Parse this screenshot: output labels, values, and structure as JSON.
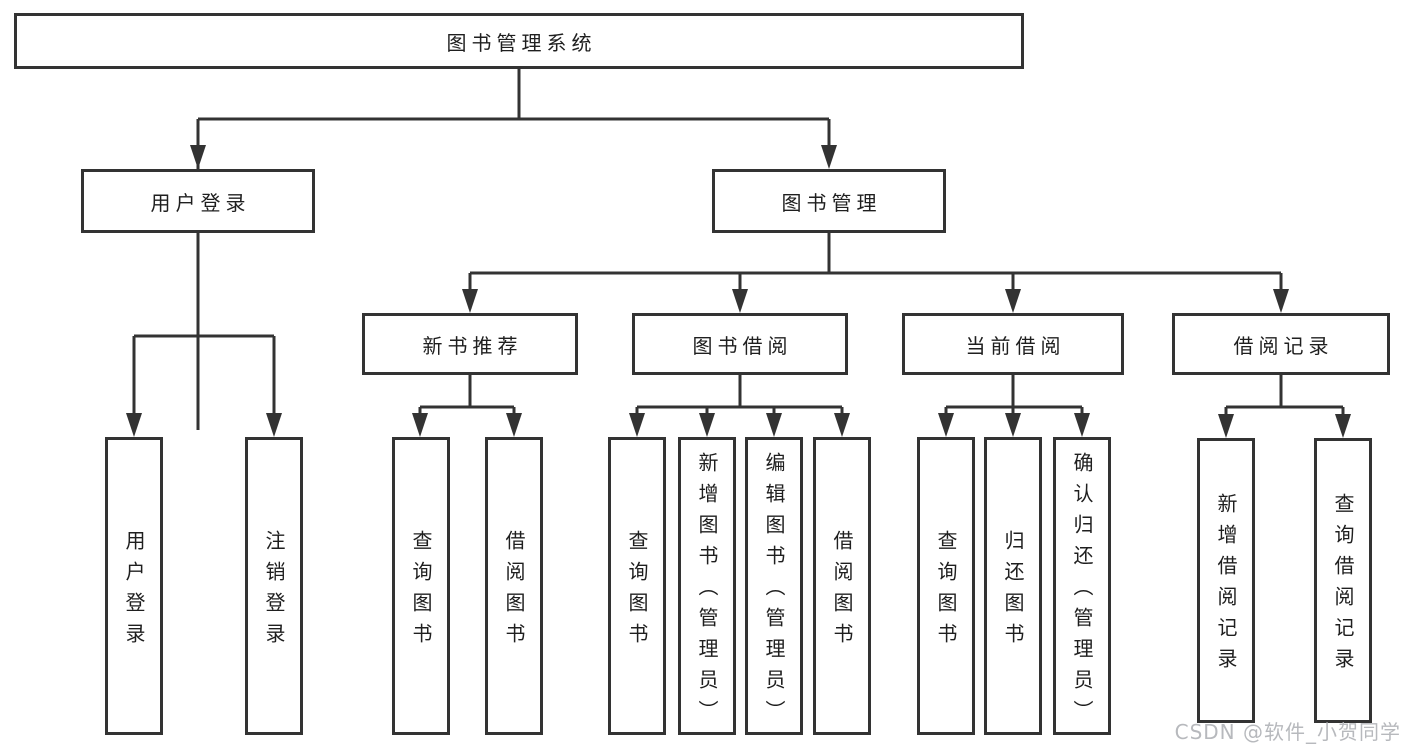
{
  "diagram": {
    "title_note": "functional structure diagram",
    "root": {
      "label": "图书管理系统"
    },
    "user_login": {
      "label": "用户登录",
      "children": [
        {
          "label": "用户登录"
        },
        {
          "label": "注销登录"
        }
      ]
    },
    "book_management": {
      "label": "图书管理",
      "modules": [
        {
          "label": "新书推荐",
          "children": [
            {
              "label": "查询图书"
            },
            {
              "label": "借阅图书"
            }
          ]
        },
        {
          "label": "图书借阅",
          "children": [
            {
              "label": "查询图书"
            },
            {
              "label": "新增图书（管理员）"
            },
            {
              "label": "编辑图书（管理员）"
            },
            {
              "label": "借阅图书"
            }
          ]
        },
        {
          "label": "当前借阅",
          "children": [
            {
              "label": "查询图书"
            },
            {
              "label": "归还图书"
            },
            {
              "label": "确认归还（管理员）"
            }
          ]
        },
        {
          "label": "借阅记录",
          "children": [
            {
              "label": "新增借阅记录"
            },
            {
              "label": "查询借阅记录"
            }
          ]
        }
      ]
    },
    "watermark": "CSDN @软件_小贺同学",
    "colors": {
      "line": "#333333",
      "text": "#1f1f1f",
      "background": "#ffffff",
      "watermark": "#b7b9bd"
    }
  }
}
